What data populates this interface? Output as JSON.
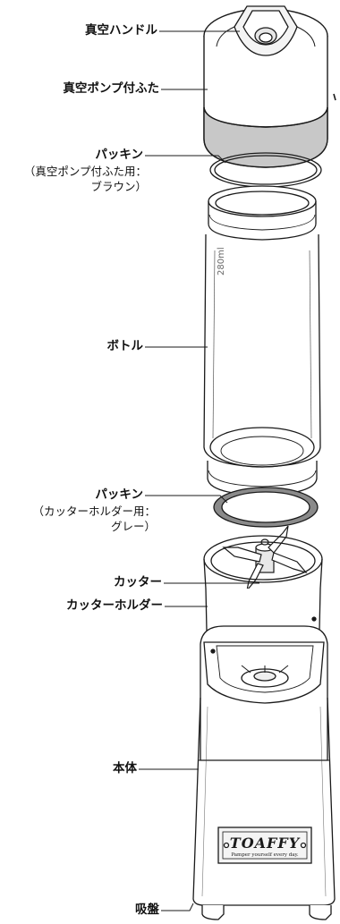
{
  "labels": {
    "vacuum_handle": "真空ハンドル",
    "vacuum_pump_lid": "真空ポンプ付ふた",
    "packing_top": "パッキン",
    "packing_top_note_1": "（真空ポンプ付ふた用：",
    "packing_top_note_2": "ブラウン）",
    "bottle": "ボトル",
    "bottle_volume_mark": "280ml",
    "packing_bottom": "パッキン",
    "packing_bottom_note_1": "（カッターホルダー用：",
    "packing_bottom_note_2": "グレー）",
    "cutter": "カッター",
    "cutter_holder": "カッターホルダー",
    "body": "本体",
    "suction_cup": "吸盤"
  },
  "brand": {
    "logo_text": "TOAFFY",
    "slogan": "Pamper yourself every day."
  },
  "colors": {
    "outline": "#1a1a1a",
    "gray_band": "#c8c8c8",
    "gasket_gray": "#8a8a8a",
    "background": "#ffffff"
  }
}
